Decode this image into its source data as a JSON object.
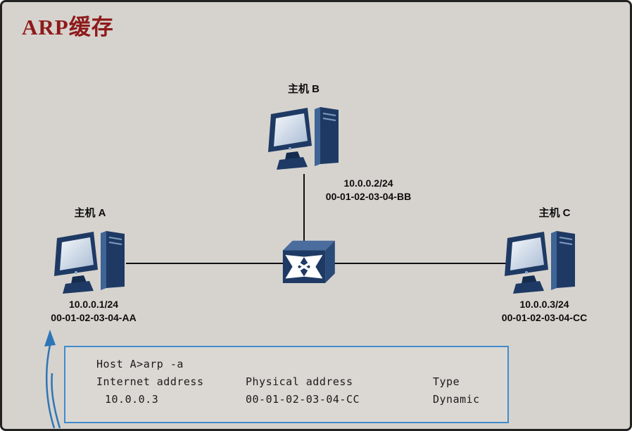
{
  "title": "ARP缓存",
  "hosts": {
    "a": {
      "label": "主机 A",
      "ip": "10.0.0.1/24",
      "mac": "00-01-02-03-04-AA"
    },
    "b": {
      "label": "主机 B",
      "ip": "10.0.0.2/24",
      "mac": "00-01-02-03-04-BB"
    },
    "c": {
      "label": "主机 C",
      "ip": "10.0.0.3/24",
      "mac": "00-01-02-03-04-CC"
    }
  },
  "terminal": {
    "command": "Host A>arp -a",
    "columns": [
      "Internet address",
      "Physical address",
      "Type"
    ],
    "rows": [
      [
        "10.0.0.3",
        "00-01-02-03-04-CC",
        "Dynamic"
      ]
    ]
  },
  "colors": {
    "background": "#d6d3ce",
    "title": "#8e1a1a",
    "device_navy": "#1e3a64",
    "terminal_border": "#3f8ccc",
    "callout_arrow": "#2e75b6"
  }
}
